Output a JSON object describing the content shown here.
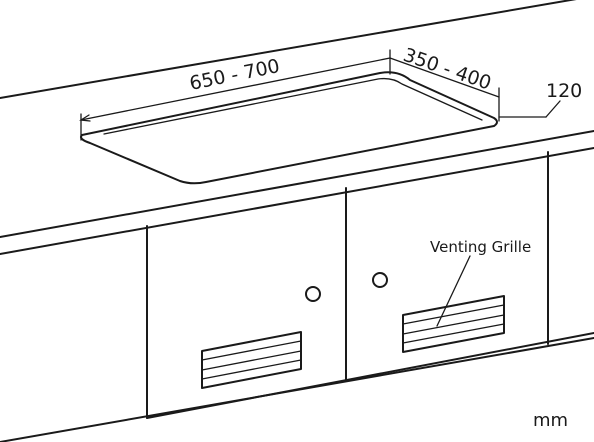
{
  "dimensions": {
    "length": "650 - 700",
    "width": "350 - 400",
    "depth": "120"
  },
  "labels": {
    "venting_grille": "Venting Grille"
  },
  "units": "mm"
}
